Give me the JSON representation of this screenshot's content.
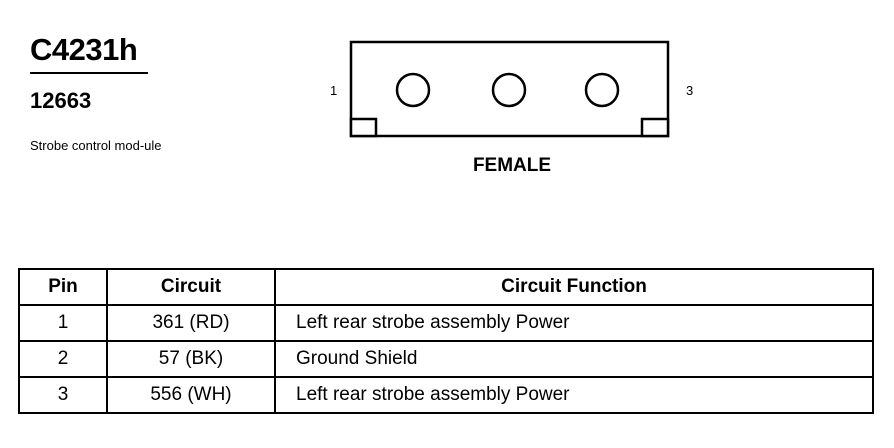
{
  "connector": {
    "id": "C4231h",
    "part_number": "12663",
    "description": "Strobe control mod-ule",
    "gender": "FEMALE",
    "pin_left_label": "1",
    "pin_right_label": "3"
  },
  "table": {
    "headers": {
      "pin": "Pin",
      "circuit": "Circuit",
      "function": "Circuit Function"
    },
    "rows": [
      {
        "pin": "1",
        "circuit": "361 (RD)",
        "function": "Left rear strobe assembly Power"
      },
      {
        "pin": "2",
        "circuit": "57 (BK)",
        "function": "Ground Shield"
      },
      {
        "pin": "3",
        "circuit": "556 (WH)",
        "function": "Left rear strobe assembly Power"
      }
    ]
  }
}
